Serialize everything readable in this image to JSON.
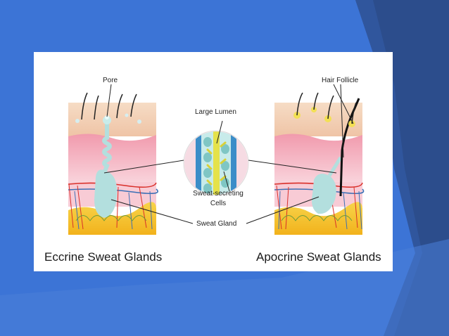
{
  "slide": {
    "background_color": "#3c74d6",
    "accent_shape_color": "#2c4d8c"
  },
  "diagram": {
    "labels": {
      "pore": "Pore",
      "hair_follicle": "Hair  Follicle",
      "large_lumen": "Large  Lumen",
      "sweat_secreting_line1": "Sweat-secreting",
      "sweat_secreting_line2": "Cells",
      "sweat_gland": "Sweat Gland"
    },
    "captions": {
      "eccrine": "Eccrine  Sweat  Glands",
      "apocrine": "Apocrine  Sweat  Glands"
    },
    "colors": {
      "epidermis": "#f1cfb4",
      "dermis": "#f4a5b4",
      "dermis_light": "#f8c9d2",
      "fat_layer": "#f5c430",
      "gland": "#b3dfde",
      "vessel_red": "#d9302a",
      "vessel_blue": "#3b6fb5",
      "lumen_yellow": "#e5e24a"
    }
  }
}
